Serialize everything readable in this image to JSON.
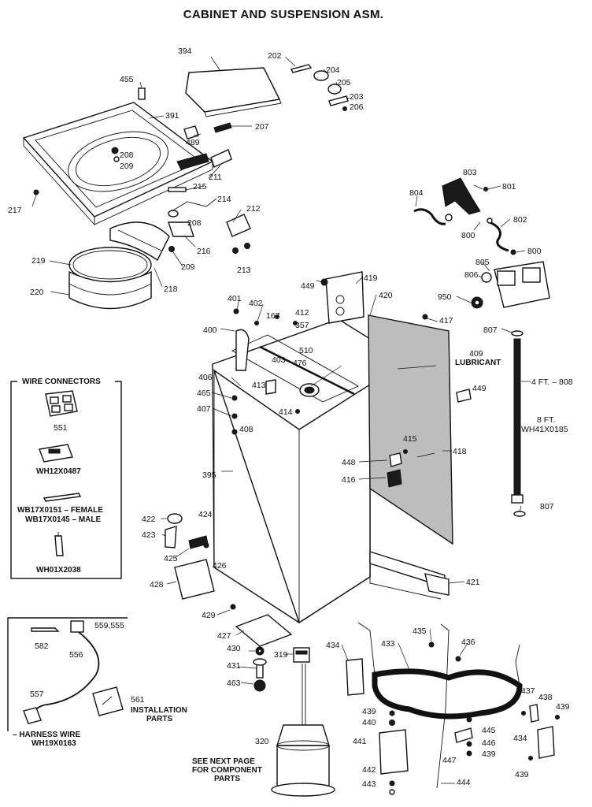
{
  "title": "CABINET AND SUSPENSION ASM.",
  "labels": {
    "p394": "394",
    "p202": "202",
    "p204": "204",
    "p205": "205",
    "p203": "203",
    "p206": "206",
    "p455": "455",
    "p391": "391",
    "p489": "489",
    "p207": "207",
    "p208a": "208",
    "p209a": "209",
    "p211": "211",
    "p215": "215",
    "p214": "214",
    "p217": "217",
    "p212": "212",
    "p208b": "208",
    "p216": "216",
    "p219": "219",
    "p209b": "209",
    "p218": "218",
    "p213": "213",
    "p220": "220",
    "p803": "803",
    "p801": "801",
    "p804": "804",
    "p802": "802",
    "p800a": "800",
    "p800b": "800",
    "p805": "805",
    "p806": "806",
    "p950": "950",
    "p449a": "449",
    "p419": "419",
    "p420": "420",
    "p401": "401",
    "p402": "402",
    "p167": "167",
    "p412": "412",
    "p357": "357",
    "p417": "417",
    "p400": "400",
    "p807a": "807",
    "p403": "403",
    "p476": "476",
    "p510": "510",
    "p409": "409",
    "lubricant": "LUBRICANT",
    "p406": "406",
    "p413": "413",
    "p4ft": "4 FT. – 808",
    "p465": "465",
    "p449b": "449",
    "p407": "407",
    "p414": "414",
    "p408": "408",
    "p8ft": "8 FT.",
    "pwh41": "WH41X0185",
    "p415": "415",
    "p395": "395",
    "p448": "448",
    "p418": "418",
    "p416": "416",
    "p807b": "807",
    "p422": "422",
    "p424": "424",
    "p423": "423",
    "p425": "425",
    "p426": "426",
    "p428": "428",
    "p421": "421",
    "p429": "429",
    "p427": "427",
    "p435": "435",
    "p436": "436",
    "p430": "430",
    "p319": "319",
    "p434a": "434",
    "p433": "433",
    "p431": "431",
    "p463": "463",
    "p437": "437",
    "p438": "438",
    "p439a": "439",
    "p439b": "439",
    "p440": "440",
    "p445": "445",
    "p434b": "434",
    "p441": "441",
    "p446": "446",
    "p439c": "439",
    "p320": "320",
    "p447": "447",
    "p442": "442",
    "p439d": "439",
    "p443": "443",
    "p444": "444",
    "seeNext1": "SEE NEXT PAGE",
    "seeNext2": "FOR COMPONENT",
    "seeNext3": "PARTS"
  },
  "wire_box": {
    "heading": "WIRE CONNECTORS",
    "items": {
      "i551": "551",
      "i12x": "WH12X0487",
      "i17f": "WB17X0151 – FEMALE",
      "i17m": "WB17X0145 – MALE",
      "i01x": "WH01X2038"
    }
  },
  "harness_box": {
    "p582": "582",
    "p556": "556",
    "p559": "559,555",
    "p557": "557",
    "p561": "561",
    "install1": "INSTALLATION",
    "install2": "PARTS",
    "harness1": "– HARNESS WIRE",
    "harness2": "WH19X0163"
  }
}
